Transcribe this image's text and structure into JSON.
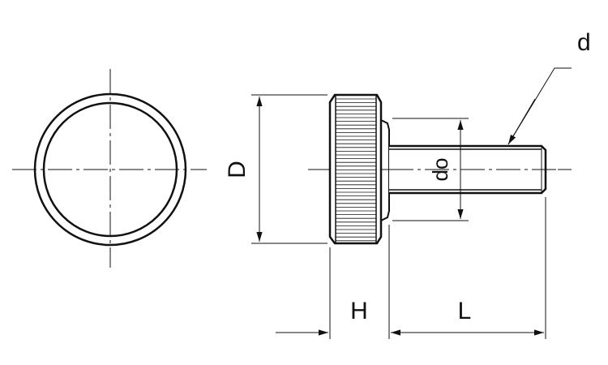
{
  "labels": {
    "d": "d",
    "D": "D",
    "do": "do",
    "H": "H",
    "L": "L"
  },
  "colors": {
    "line": "#111111",
    "background": "#ffffff"
  }
}
